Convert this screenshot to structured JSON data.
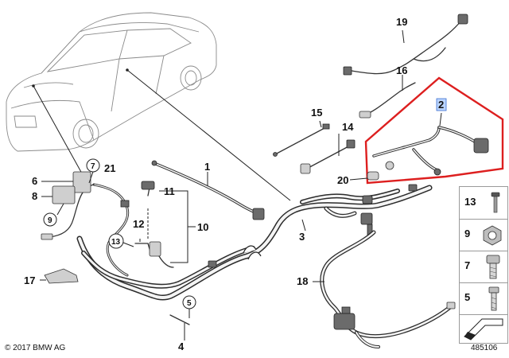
{
  "diagram": {
    "callouts": [
      {
        "id": "c1",
        "text": "1"
      },
      {
        "id": "c2",
        "text": "2"
      },
      {
        "id": "c3",
        "text": "3"
      },
      {
        "id": "c4",
        "text": "4"
      },
      {
        "id": "c5",
        "text": "5"
      },
      {
        "id": "c6",
        "text": "6"
      },
      {
        "id": "c7",
        "text": "7"
      },
      {
        "id": "c8",
        "text": "8"
      },
      {
        "id": "c9",
        "text": "9"
      },
      {
        "id": "c10",
        "text": "10"
      },
      {
        "id": "c11",
        "text": "11"
      },
      {
        "id": "c12",
        "text": "12"
      },
      {
        "id": "c13",
        "text": "13"
      },
      {
        "id": "c14",
        "text": "14"
      },
      {
        "id": "c15",
        "text": "15"
      },
      {
        "id": "c16",
        "text": "16"
      },
      {
        "id": "c17",
        "text": "17"
      },
      {
        "id": "c18",
        "text": "18"
      },
      {
        "id": "c19",
        "text": "19"
      },
      {
        "id": "c20",
        "text": "20"
      },
      {
        "id": "c21",
        "text": "21"
      }
    ],
    "highlighted_callout": "2",
    "highlight_color": "#dd1f1f",
    "legend": [
      "13",
      "9",
      "7",
      "5"
    ]
  },
  "footer": {
    "copyright": "© 2017 BMW AG",
    "diagram_number": "485106"
  }
}
